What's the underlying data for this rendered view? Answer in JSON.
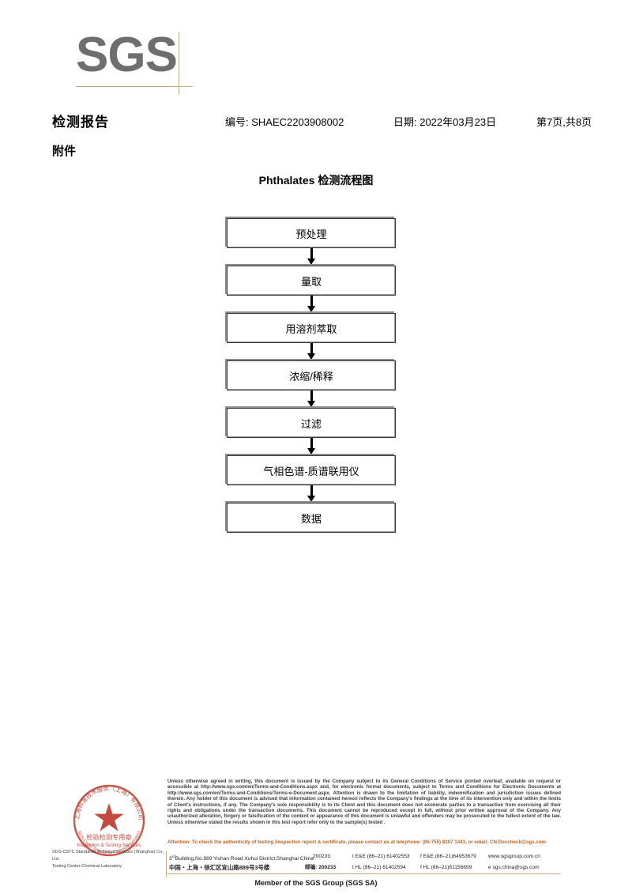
{
  "logo": {
    "brand": "SGS"
  },
  "header": {
    "report_title": "检测报告",
    "report_no": "编号: SHAEC2203908002",
    "report_date": "日期: 2022年03月23日",
    "page_indicator": "第7页,共8页",
    "attachment_label": "附件"
  },
  "flowchart": {
    "title": "Phthalates 检测流程图",
    "steps": [
      {
        "label": "预处理"
      },
      {
        "label": "量取"
      },
      {
        "label": "用溶剂萃取"
      },
      {
        "label": "浓缩/稀释"
      },
      {
        "label": "过滤"
      },
      {
        "label": "气相色谱-质谱联用仪"
      },
      {
        "label": "数据"
      }
    ]
  },
  "stamp": {
    "outer_text_cn": "上海标准技术服务（上海）有限公司",
    "outer_text_en": "SGS-CSTC Standards Technical Services (Shanghai) Co., Ltd.",
    "center_text_cn": "检验检测专用章",
    "center_text_en": "Inspection & Testing Services",
    "color": "#c0392b"
  },
  "lab": {
    "name_line1": "SGS-CSTC Standards Technical Services (Shanghai) Co., Ltd.",
    "name_line2": "Testing Center-Chemical Laboratory"
  },
  "footer": {
    "terms": "Unless otherwise agreed in writing, this document is issued by the Company subject to its General Conditions of Service printed overleaf, available on request or accessible at http://www.sgs.com/en/Terms-and-Conditions.aspx and, for electronic format documents, subject to Terms and Conditions for Electronic Documents at http://www.sgs.com/en/Terms-and-Conditions/Terms-e-Document.aspx. Attention is drawn to the limitation of liability, indemnification and jurisdiction issues defined therein. Any holder of this document is advised that information contained hereon reflects the Company's findings at the time of its intervention only and within the limits of Client's instructions, if any. The Company's sole responsibility is to its Client and this document does not exonerate parties to a transaction from exercising all their rights and obligations under the transaction documents. This document cannot be reproduced except in full, without prior written approval of the Company. Any unauthorized alteration, forgery or falsification of the content or appearance of this document is unlawful and offenders may be prosecuted to the fullest extent of the law. Unless otherwise stated the results shown in this test report refer only to the sample(s) tested .",
    "attention": "Attention: To check the authenticity of testing /inspection report & certificate, please contact us at telephone: (86-755) 8307 1443, or email: CN.Doccheck@sgs.com",
    "attention_color": "#c4631e",
    "address_en": "Building,No.889 Yishan Road Xuhui District,Shanghai China",
    "address_en_prefix": "3",
    "address_en_sup": "rd",
    "zip_en": "200233",
    "tel_en": "t E&E (86–21) 61402553",
    "fax_en": "f E&E (86–21)64953679",
    "web_en": "www.sgsgroup.com.cn",
    "address_cn": "中国・上海・徐汇区宜山路889号3号楼",
    "zip_cn": "邮编: 200233",
    "tel_cn": "t HL (86–21) 61402594",
    "fax_cn": "f HL (86–21)61156899",
    "email_cn": "e  sgs.china@sgs.com",
    "member_line": "Member of the SGS Group (SGS SA)"
  }
}
